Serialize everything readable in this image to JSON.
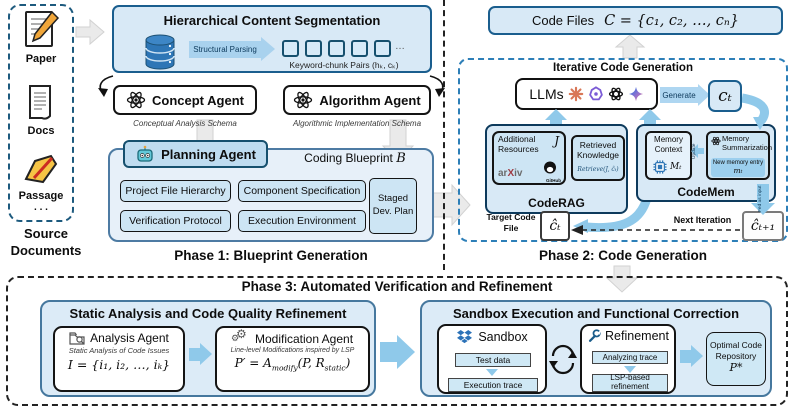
{
  "source": {
    "title": "Source Documents",
    "items": [
      "Paper",
      "Docs",
      "Passage"
    ],
    "dots": ". . ."
  },
  "phase1": {
    "caption": "Phase 1: Blueprint Generation",
    "segmentation": {
      "title": "Hierarchical Content Segmentation",
      "arrow": "Structural Parsing",
      "pairs": "Keyword-chunk Pairs (hₖ, cₖ)",
      "squares_dots": "…"
    },
    "concept": {
      "label": "Concept Agent",
      "caption": "Conceptual Analysis Schema"
    },
    "algorithm": {
      "label": "Algorithm Agent",
      "caption": "Algorithmic Implementation Schema"
    },
    "planning": {
      "label": "Planning Agent",
      "blueprint": "Coding Blueprint",
      "blueprint_symbol": "B",
      "boxes": [
        "Project File Hierarchy",
        "Component Specification",
        "Verification Protocol",
        "Execution Environment"
      ],
      "staged": "Staged Dev. Plan"
    }
  },
  "phase2": {
    "caption": "Phase 2: Code Generation",
    "code_files_label": "Code Files",
    "code_files_formula": "C = {c₁, c₂, …, cₙ}",
    "iterative_title": "Iterative Code Generation",
    "llms": "LLMs",
    "generate": "Generate",
    "ct": "cₜ",
    "coderag": {
      "title": "CodeRAG",
      "additional": "Additional Resources",
      "j": "J",
      "arxiv_ar": "ar",
      "arxiv_x": "X",
      "arxiv_iv": "iv",
      "github": "GitHub",
      "retrieved": "Retrieved Knowledge",
      "retrieve": "Retrieve(J, ĉₜ)"
    },
    "codemem": {
      "title": "CodeMem",
      "context": "Memory Context",
      "m": "Mₜ",
      "update": "Update",
      "summarization": "Memory Summarization",
      "entry": "New memory entry",
      "mt": "mₜ",
      "fed": "Fed as input"
    },
    "target": "Target Code File",
    "ct_hat": "ĉₜ",
    "next": "Next Iteration",
    "ct_next": "ĉₜ₊₁"
  },
  "phase3": {
    "title": "Phase 3: Automated Verification and Refinement",
    "static": {
      "title": "Static Analysis and Code Quality Refinement",
      "analysis": {
        "label": "Analysis Agent",
        "caption": "Static Analysis of Code Issues",
        "formula": "I = {i₁, i₂, …, iₖ}"
      },
      "modification": {
        "label": "Modification Agent",
        "caption": "Line-level Modifications inspired by LSP",
        "f_lhs": "P′ = A",
        "f_sub1": "modify",
        "f_mid": "(P, R",
        "f_sub2": "static",
        "f_end": ")"
      }
    },
    "sandbox_section": {
      "title": "Sandbox Execution and Functional Correction",
      "sandbox": {
        "label": "Sandbox",
        "steps": [
          "Test data",
          "Execution trace"
        ]
      },
      "refinement": {
        "label": "Refinement",
        "steps": [
          "Analyzing trace",
          "LSP-based refinement"
        ]
      },
      "optimal": {
        "text": "Optimal Code Repository",
        "symbol": "P*"
      }
    }
  }
}
